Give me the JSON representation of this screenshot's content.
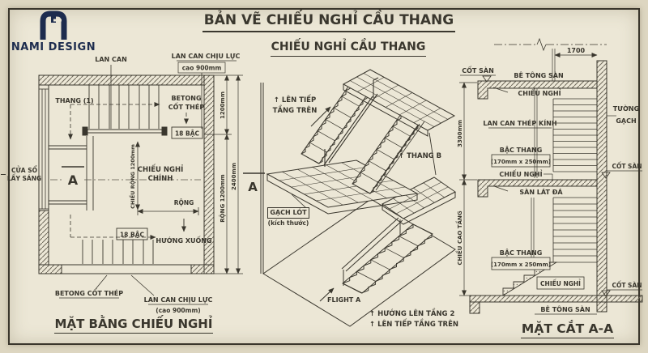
{
  "colors": {
    "paper": "#ece7d6",
    "ink": "#3a372e",
    "brand_navy": "#1d2c4e"
  },
  "brand": {
    "name": "NAMI DESIGN"
  },
  "header": {
    "title": "BẢN VẼ CHIẾU NGHỈ CẦU THANG"
  },
  "plan": {
    "caption": "MẶT BẰNG CHIẾU NGHỈ",
    "lan_can": "LAN CAN",
    "lan_can_chiu_luc": "LAN CAN CHỊU LỰC",
    "cao_900": "cao 900mm",
    "thang_1": "THANG (1)",
    "betong_1": "BETONG",
    "cot_thep_1": "CỐT THÉP",
    "bac_18_a": "18 BẬC",
    "cua_so_1": "CỬA SỔ",
    "cua_so_2": "LẤY SÁNG",
    "marker_a": "A",
    "chieu_rong_dim": "CHIỀU RỘNG 1200mm",
    "chieu_nghi_chinh_1": "CHIẾU NGHỈ",
    "chieu_nghi_chinh_2": "CHÍNH",
    "rong": "RỘNG",
    "bac_18_b": "18 BẬC",
    "huong_xuong": "HƯỚNG XUỐNG",
    "dim_1200": "1200mm",
    "dim_rong_1200": "RỘNG 1200mm",
    "dim_2400": "2400mm",
    "betong_bot": "BETONG CỐT THÉP",
    "lan_can_bot": "LAN CAN CHỊU LỰC",
    "cao_900_bot": "(cao 900mm)"
  },
  "iso": {
    "caption": "CHIẾU NGHỈ CẦU THANG",
    "marker_a": "A",
    "len_tiep_1a": "↑ LÊN TIẾP",
    "len_tiep_1b": "TẦNG TRÊN",
    "thang_b": "↑ THANG B",
    "gach_lot": "GẠCH LÓT",
    "kich_thuoc": "(kích thước)",
    "flight_a": "FLIGHT A",
    "huong_len_tang_2": "↑ HƯỚNG LÊN TẦNG 2",
    "len_tiep_tang_tren": "↑ LÊN TIẾP TẦNG TRÊN"
  },
  "section": {
    "caption": "MẶT CẮT A-A",
    "dim_1700": "1700",
    "cot_san_1": "CỐT SÀN",
    "be_tong_san_1": "BÊ TÔNG SÀN",
    "chieu_nghi_1": "CHIẾU NGHỈ",
    "tuong_1": "TƯỜNG",
    "tuong_2": "GẠCH",
    "dim_3300": "3300mm",
    "lan_can_thep_kinh": "LAN CAN THÉP KÍNH",
    "bac_thang_1": "BẬC THANG",
    "bac_size_1": "(170mm x 250mm)",
    "chieu_nghi_2": "CHIẾU NGHỈ",
    "san_lat_da": "SÀN LÁT ĐÁ",
    "chieu_cao_tang": "CHIỀU CAO TẦNG",
    "bac_thang_2": "BẬC THANG",
    "bac_size_2": "(170mm x 250mm)",
    "chieu_nghi_3": "CHIẾU NGHỈ",
    "cot_san_2": "CỐT SÀN",
    "cot_san_3": "CỐT SÀN",
    "be_tong_san_2": "BÊ TÔNG SÀN"
  }
}
